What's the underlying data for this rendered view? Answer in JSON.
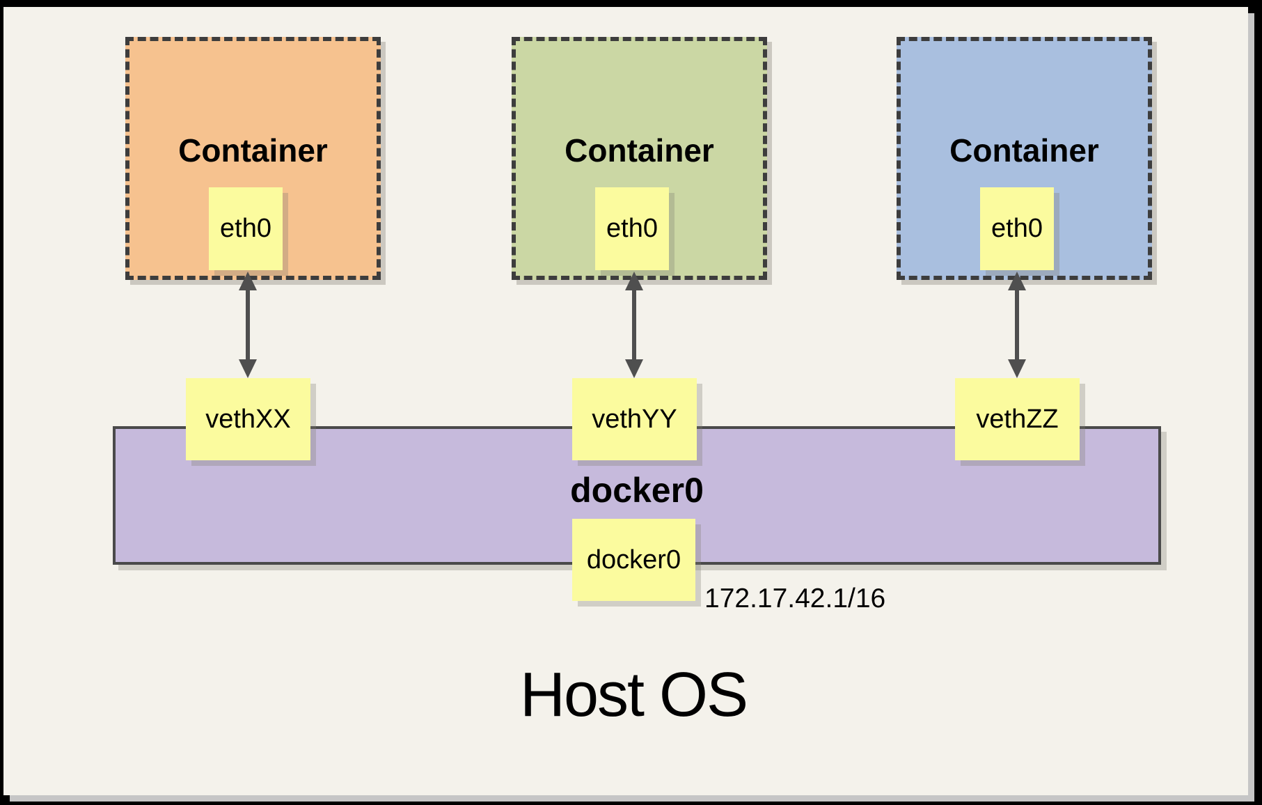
{
  "colors": {
    "canvas_bg": "#F4F2EB",
    "container_orange": "#F6C28F",
    "container_green": "#CBD7A4",
    "container_blue": "#A9BFDF",
    "note_yellow": "#FBFB9E",
    "bridge_purple": "#C6BADC",
    "dashed_border": "#3D3D3D",
    "arrow_gray": "#4F4F4F"
  },
  "containers": [
    {
      "label": "Container",
      "interface": "eth0",
      "veth": "vethXX",
      "fill": "#F6C28F"
    },
    {
      "label": "Container",
      "interface": "eth0",
      "veth": "vethYY",
      "fill": "#CBD7A4"
    },
    {
      "label": "Container",
      "interface": "eth0",
      "veth": "vethZZ",
      "fill": "#A9BFDF"
    }
  ],
  "bridge": {
    "label": "docker0",
    "interface_label": "docker0",
    "ip_cidr": "172.17.42.1/16"
  },
  "host": {
    "label": "Host OS"
  }
}
